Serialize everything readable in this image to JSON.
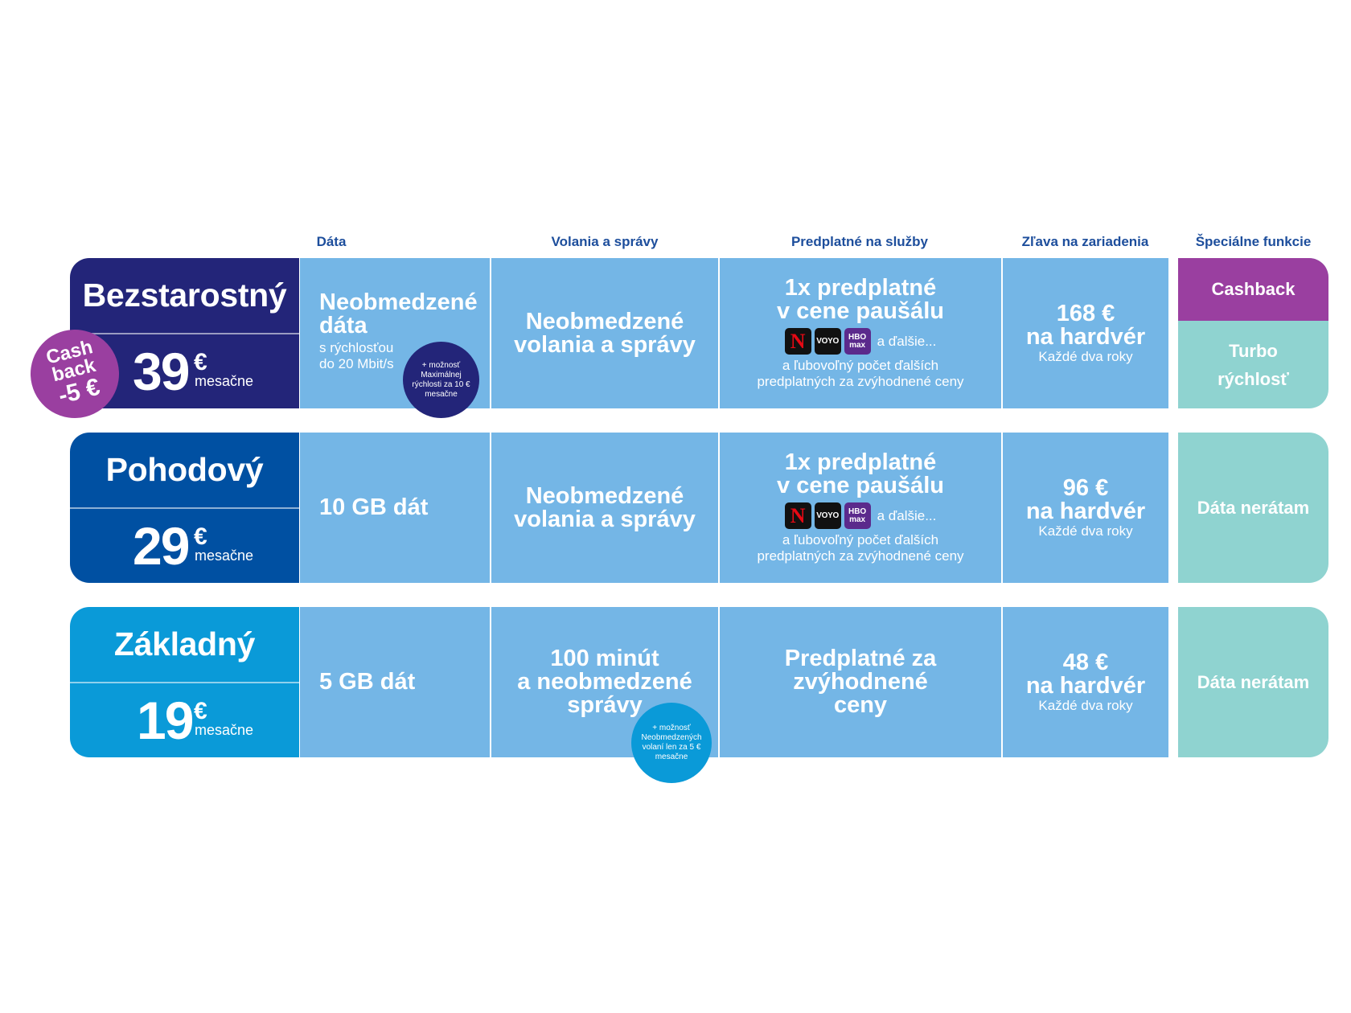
{
  "columns": {
    "data": "Dáta",
    "calls": "Volania a správy",
    "subscriptions": "Predplatné na služby",
    "device_discount": "Zľava na zariadenia",
    "special": "Špeciálne funkcie"
  },
  "cashback_badge": {
    "line1": "Cash",
    "line2": "back",
    "line3": "-5 €"
  },
  "service_logos": {
    "netflix": "N",
    "voyo": "VOYO",
    "hbo_line1": "HBO",
    "hbo_line2": "max"
  },
  "plans": [
    {
      "name": "Bezstarostný",
      "price": "39",
      "currency": "€",
      "period": "mesačne",
      "data_main_1": "Neobmedzené",
      "data_main_2": "dáta",
      "data_sub_1": "s rýchlosťou",
      "data_sub_2": "do 20 Mbit/s",
      "data_addon": "+ možnosť Maximálnej rýchlosti za 10 € mesačne",
      "calls_1": "Neobmedzené",
      "calls_2": "volania a správy",
      "sub_main_1": "1x predplatné",
      "sub_main_2": "v cene paušálu",
      "sub_more": "a ďalšie...",
      "sub_note_1": "a ľubovoľný počet ďalších",
      "sub_note_2": "predplatných za zvýhodnené ceny",
      "discount_amount": "168 €",
      "discount_label": "na hardvér",
      "discount_freq": "Každé dva roky",
      "special_top": "Cashback",
      "special_bottom_1": "Turbo",
      "special_bottom_2": "rýchlosť",
      "colors": {
        "name_bg": "#232579",
        "price_bg": "#232579"
      }
    },
    {
      "name": "Pohodový",
      "price": "29",
      "currency": "€",
      "period": "mesačne",
      "data_main": "10 GB dát",
      "calls_1": "Neobmedzené",
      "calls_2": "volania a správy",
      "sub_main_1": "1x predplatné",
      "sub_main_2": "v cene paušálu",
      "sub_more": "a ďalšie...",
      "sub_note_1": "a ľubovoľný počet ďalších",
      "sub_note_2": "predplatných za zvýhodnené ceny",
      "discount_amount": "96 €",
      "discount_label": "na hardvér",
      "discount_freq": "Každé dva roky",
      "special": "Dáta nerátam",
      "colors": {
        "name_bg": "#0050a2"
      }
    },
    {
      "name": "Základný",
      "price": "19",
      "currency": "€",
      "period": "mesačne",
      "data_main": "5 GB dát",
      "calls_1": "100 minút",
      "calls_2": "a neobmedzené",
      "calls_3": "správy",
      "calls_addon": "+ možnosť Neobmedzených volaní len za 5 € mesačne",
      "sub_main_1": "Predplatné za",
      "sub_main_2": "zvýhodnené",
      "sub_main_3": "ceny",
      "discount_amount": "48 €",
      "discount_label": "na hardvér",
      "discount_freq": "Každé dva roky",
      "special": "Dáta nerátam",
      "colors": {
        "name_bg": "#0a9ad8"
      }
    }
  ],
  "colors": {
    "cell_bg": "#74b6e6",
    "special_bg": "#8fd3d0",
    "cashback_bg": "#9a3fa0",
    "header_text": "#1d4e9c",
    "addon_dark": "#232579",
    "addon_light": "#0a9ad8"
  }
}
